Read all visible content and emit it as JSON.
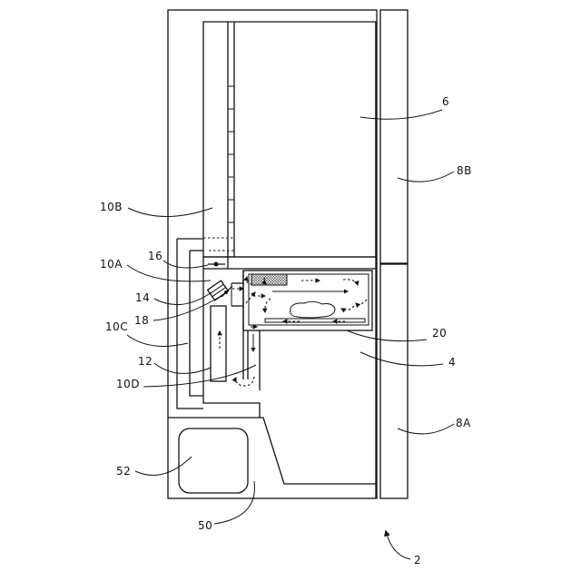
{
  "diagram": {
    "reference_numerals": {
      "fig": "2",
      "main_body": "4",
      "upper_compartment": "6",
      "lower_door": "8A",
      "upper_door": "8B",
      "wall_10a": "10A",
      "wall_10b": "10B",
      "wall_10c": "10C",
      "wall_10d": "10D",
      "part_12": "12",
      "part_14": "14",
      "part_16": "16",
      "part_18": "18",
      "drawer": "20",
      "machine_room": "50",
      "compressor": "52"
    }
  }
}
